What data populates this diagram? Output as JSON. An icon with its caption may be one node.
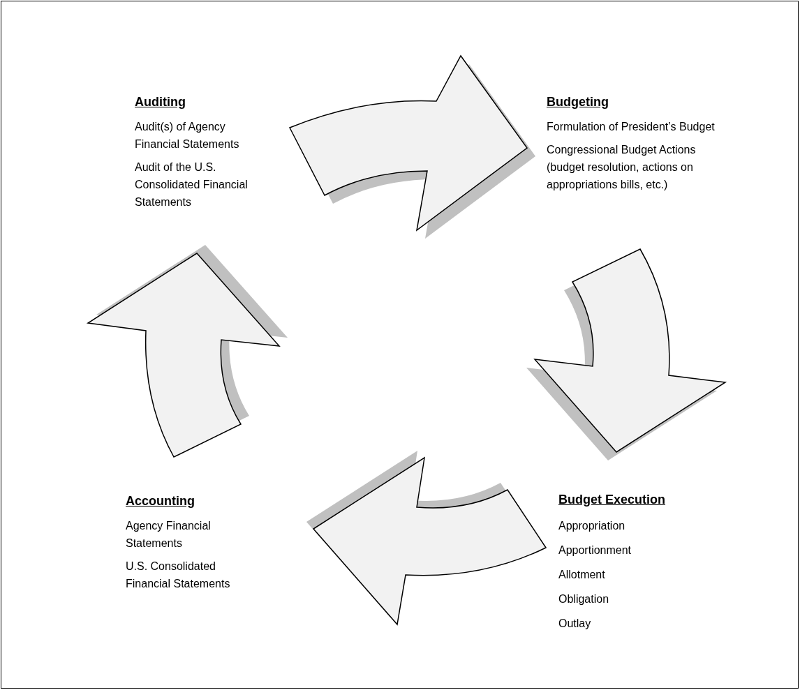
{
  "diagram": {
    "nodes": [
      {
        "text": [
          "Auditing",
          "Audit(s) of Agency Financial Statements",
          "Audit of the U.S. Consolidated Financial Statements"
        ]
      },
      {
        "text": [
          "Budgeting",
          "Formulation of President’s Budget",
          "Congressional Budget Actions (budget resolution, actions on appropriations bills, etc.)"
        ]
      },
      {
        "text": [
          "Accounting",
          "Agency Financial Statements",
          "U.S. Consolidated Financial Statements"
        ]
      },
      {
        "text": [
          "Budget Execution",
          "Appropriation",
          "Apportionment",
          "Allotment",
          "Obligation",
          "Outlay"
        ]
      }
    ],
    "edges": [
      {
        "from": 0,
        "to": 1,
        "arrow": "to"
      },
      {
        "from": 1,
        "to": 3,
        "arrow": "to"
      },
      {
        "from": 3,
        "to": 2,
        "arrow": "to"
      },
      {
        "from": 2,
        "to": 0,
        "arrow": "to"
      }
    ]
  }
}
